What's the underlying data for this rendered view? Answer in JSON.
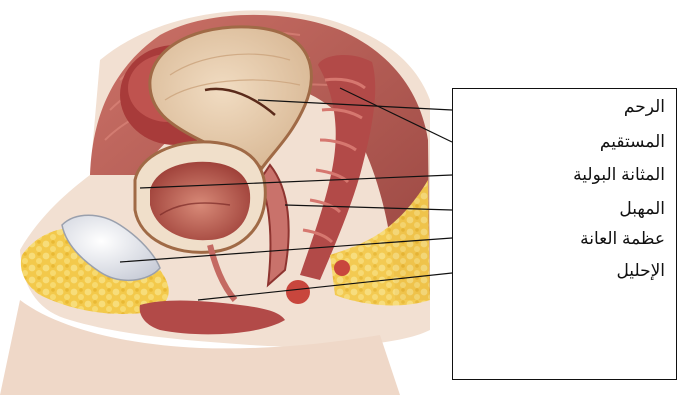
{
  "figure": {
    "labels": [
      {
        "id": "uterus",
        "text": "الرحم"
      },
      {
        "id": "rectum",
        "text": "المستقيم"
      },
      {
        "id": "bladder",
        "text": "المثانة البولية"
      },
      {
        "id": "vagina",
        "text": "المهبل"
      },
      {
        "id": "pubic-bone",
        "text": "عظمة العانة"
      },
      {
        "id": "urethra",
        "text": "الإحليل"
      }
    ],
    "colors": {
      "muscle": "#b5514a",
      "muscle_dark": "#8a2f2c",
      "uterus_wall": "#e6cdb0",
      "tissue_beige": "#efd9c2",
      "fat_yellow": "#f2c84a",
      "skin": "#f0ddcf",
      "bone": "#eef0f5",
      "outline": "#111111"
    }
  }
}
